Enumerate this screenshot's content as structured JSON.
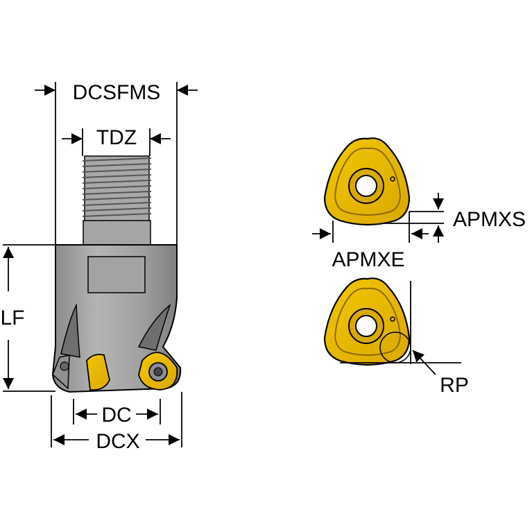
{
  "labels": {
    "dcsfms": "DCSFMS",
    "tdz": "TDZ",
    "lf": "LF",
    "dc": "DC",
    "dcx": "DCX",
    "apmxs": "APMXS",
    "apmxe": "APMXE",
    "rp": "RP"
  },
  "colors": {
    "tool_body": "#9d9d9d",
    "tool_shadow": "#7a7a7a",
    "insert_yellow": "#e6b800",
    "insert_dark": "#b08800",
    "line": "#000000"
  }
}
